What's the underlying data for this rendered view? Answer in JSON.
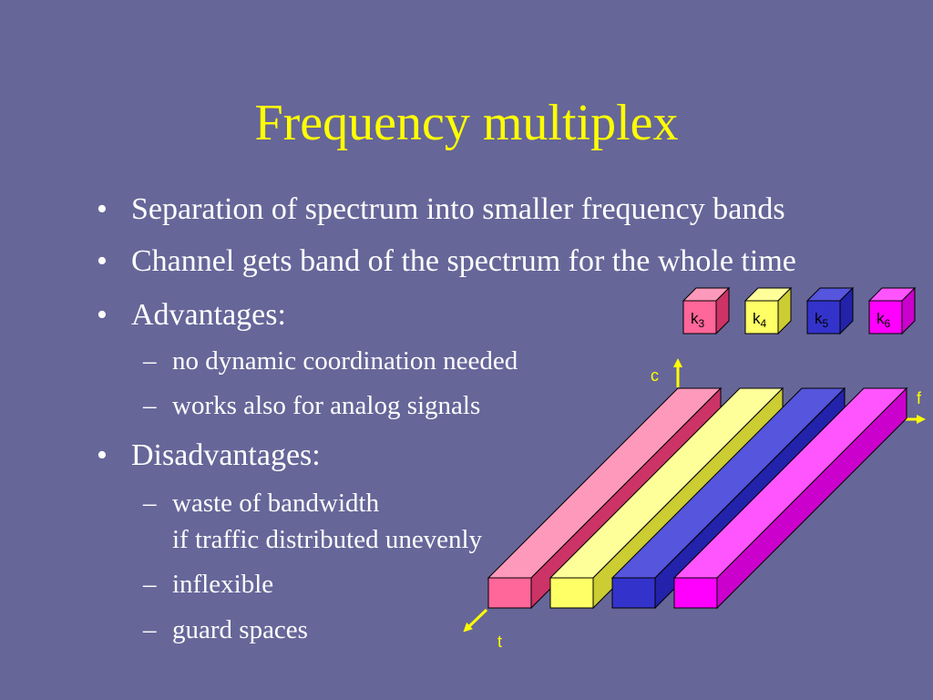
{
  "slide": {
    "title": "Frequency multiplex",
    "bullets": [
      {
        "marker": "•",
        "text": "Separation of spectrum into smaller frequency bands"
      },
      {
        "marker": "•",
        "text": "Channel gets band of the spectrum for the whole time"
      },
      {
        "marker": "•",
        "text": "Advantages:"
      },
      {
        "marker": "–",
        "text": "no dynamic coordination needed"
      },
      {
        "marker": "–",
        "text": "works also for analog signals"
      },
      {
        "marker": "•",
        "text": "Disadvantages:"
      },
      {
        "marker": "–",
        "text": "waste of bandwidth"
      },
      {
        "marker": "",
        "text": "if traffic distributed unevenly"
      },
      {
        "marker": "–",
        "text": "inflexible"
      },
      {
        "marker": "–",
        "text": "guard spaces"
      }
    ]
  },
  "diagram": {
    "axes": {
      "c": "c",
      "f": "f",
      "t": "t"
    },
    "channels": [
      {
        "letter": "k",
        "index": "3",
        "front": "#ff6699",
        "top": "#ff99bb",
        "side": "#cc3366"
      },
      {
        "letter": "k",
        "index": "4",
        "front": "#ffff66",
        "top": "#ffff99",
        "side": "#cccc33"
      },
      {
        "letter": "k",
        "index": "5",
        "front": "#3333cc",
        "top": "#5555dd",
        "side": "#2222aa"
      },
      {
        "letter": "k",
        "index": "6",
        "front": "#ff00ff",
        "top": "#ff55ff",
        "side": "#cc00cc"
      }
    ],
    "axis_color": "#ffff00",
    "label_color": "#ffff00"
  }
}
